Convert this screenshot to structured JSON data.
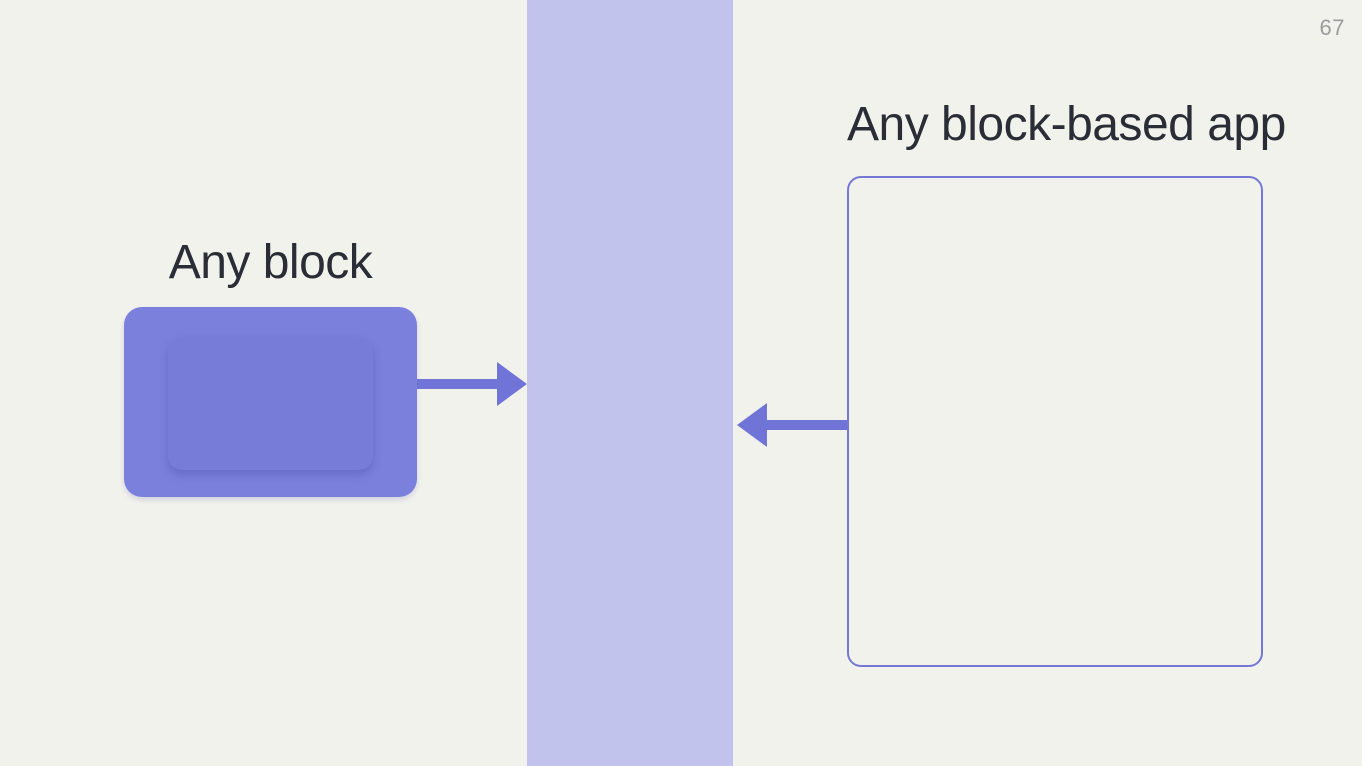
{
  "slide": {
    "page_number": "67"
  },
  "left_panel": {
    "title": "Any block"
  },
  "right_panel": {
    "title": "Any block-based app"
  },
  "icons": {
    "arrow_right": "arrow-right-icon",
    "arrow_left": "arrow-left-icon"
  },
  "colors": {
    "background": "#f2f2ed",
    "band": "#c1c3ec",
    "block_fill": "#7b80dd",
    "block_inner": "#777cd9",
    "arrow": "#6f74d6",
    "outline": "#7478d4",
    "heading": "#2b2d36",
    "page_number": "#9c9c9c"
  }
}
